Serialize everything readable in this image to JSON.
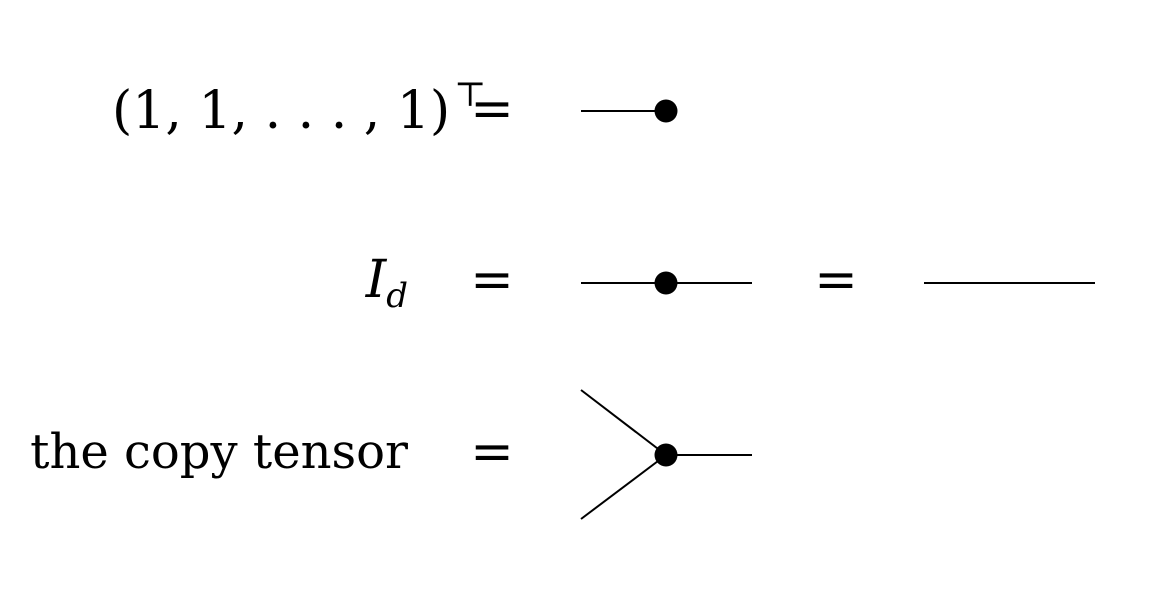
{
  "rows": [
    {
      "lhs": {
        "open_paren": "(",
        "body": "1, 1, . . . , 1",
        "close_paren": ")",
        "superscript": "⊤"
      },
      "equals": "="
    },
    {
      "lhs": {
        "base": "I",
        "subscript": "d"
      },
      "equals": "=",
      "equals_2": "="
    },
    {
      "lhs": {
        "text": "the copy tensor"
      },
      "equals": "="
    }
  ]
}
